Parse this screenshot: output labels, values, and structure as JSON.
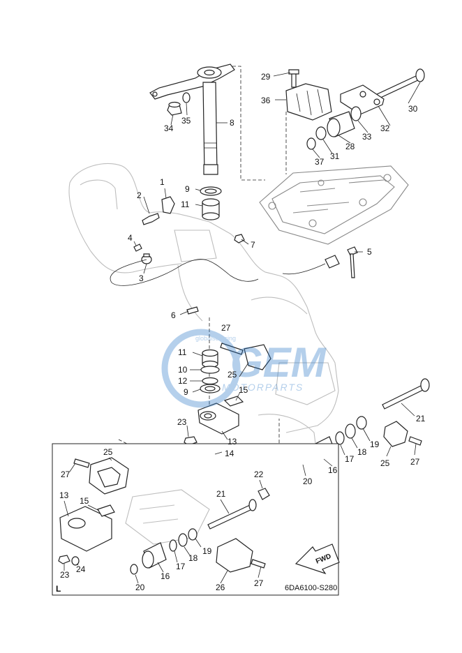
{
  "diagram": {
    "code_label": "6DA6100-S280",
    "inset_label": "L",
    "fwd_label": "FWD",
    "watermark": {
      "brand": "GEM",
      "sub": "MOTORPARTS",
      "top": "globalsourcing",
      "color": "#2a78c8"
    },
    "callouts_main": [
      "1",
      "2",
      "3",
      "4",
      "5",
      "6",
      "7",
      "8",
      "9",
      "11",
      "27",
      "11",
      "10",
      "12",
      "9",
      "25",
      "15",
      "23",
      "13",
      "14",
      "21",
      "19",
      "18",
      "17",
      "16",
      "20",
      "25",
      "27",
      "29",
      "36",
      "30",
      "32",
      "33",
      "28",
      "31",
      "37",
      "35",
      "34"
    ],
    "callouts_inset": [
      "25",
      "27",
      "13",
      "15",
      "22",
      "21",
      "19",
      "18",
      "17",
      "16",
      "20",
      "26",
      "27",
      "23",
      "24"
    ]
  }
}
